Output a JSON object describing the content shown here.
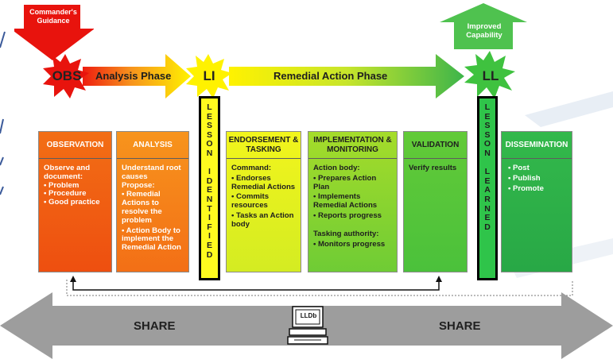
{
  "guidance_label": "Commander's Guidance",
  "capability_label": "Improved Capability",
  "obs_label": "OBS",
  "li_label": "LI",
  "ll_label": "LL",
  "analysis_phase_label": "Analysis Phase",
  "remedial_phase_label": "Remedial Action Phase",
  "lesson_identified_letters": [
    "L",
    "E",
    "S",
    "S",
    "O",
    "N",
    "",
    "I",
    "D",
    "E",
    "N",
    "T",
    "I",
    "F",
    "I",
    "E",
    "D"
  ],
  "lesson_learned_letters": [
    "L",
    "E",
    "S",
    "S",
    "O",
    "N",
    "",
    "L",
    "E",
    "A",
    "R",
    "N",
    "E",
    "D"
  ],
  "boxes": {
    "observation": {
      "header": "OBSERVATION",
      "intro": "Observe and document:",
      "items": [
        "• Problem",
        "• Procedure",
        "• Good practice"
      ]
    },
    "analysis": {
      "header": "ANALYSIS",
      "intro": "Understand root causes\nPropose:",
      "items": [
        "• Remedial Actions to resolve the problem",
        "• Action Body to implement the Remedial Action"
      ]
    },
    "endorsement": {
      "header": "ENDORSEMENT & TASKING",
      "intro": "Command:",
      "items": [
        "• Endorses Remedial Actions",
        "• Commits resources",
        "• Tasks an Action body"
      ]
    },
    "implementation": {
      "header": "IMPLEMENTATION & MONITORING",
      "intro": "Action body:",
      "items": [
        "• Prepares Action Plan",
        "• Implements Remedial Actions",
        "• Reports progress"
      ],
      "intro2": "Tasking authority:",
      "items2": [
        "• Monitors progress"
      ]
    },
    "validation": {
      "header": "VALIDATION",
      "intro": "Verify results"
    },
    "dissemination": {
      "header": "DISSEMINATION",
      "items": [
        "• Post",
        "• Publish",
        "• Promote"
      ]
    }
  },
  "share_left": "SHARE",
  "share_right": "SHARE",
  "lldb_label": "LLDb",
  "colors": {
    "red": "#e8130d",
    "green_top": "#4fc24f",
    "observation": "#f16a14",
    "analysis": "#f7941d",
    "endorsement": "#e6f21f",
    "implementation": "#8ad52f",
    "validation": "#5ac739",
    "dissemination": "#2fb34a",
    "yellow_vertical": "#fffa1f",
    "green_vertical": "#2fc44a",
    "share_arrow": "#999999"
  }
}
